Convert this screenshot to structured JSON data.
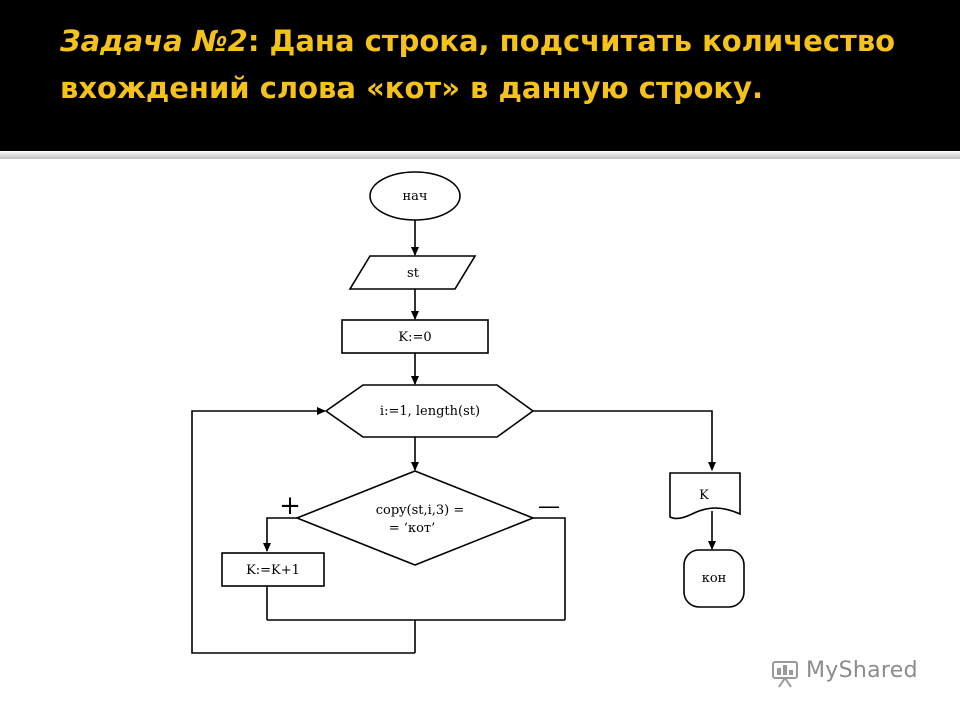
{
  "slide": {
    "title_italic": "Задача №2",
    "title_rest": ": Дана строка, подсчитать количество вхождений слова «кот» в данную строку."
  },
  "flowchart": {
    "start": "нач",
    "input": "st",
    "init": "K:=0",
    "loop": "i:=1, length(st)",
    "condition_line1": "copy(st,i,3) =",
    "condition_line2": "= ‘кот’",
    "yes_sign": "+",
    "no_sign": "—",
    "increment": "K:=K+1",
    "output": "K",
    "end": "кон"
  },
  "watermark": {
    "text": "MyShared"
  }
}
